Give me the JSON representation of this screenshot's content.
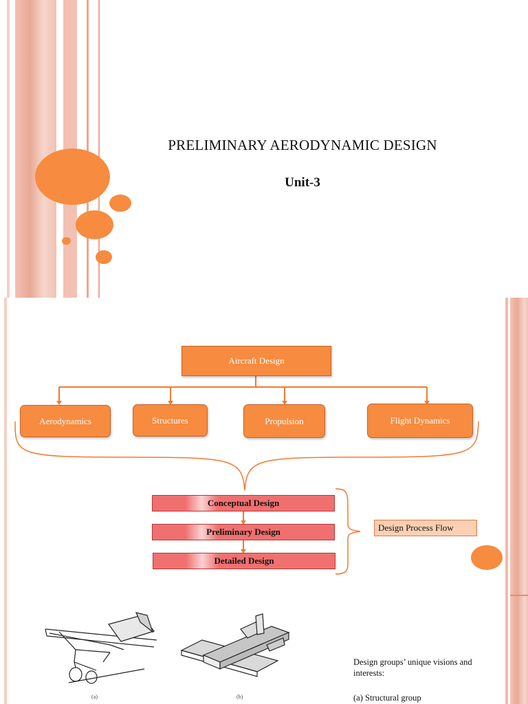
{
  "slide1": {
    "title": "PRELIMINARY AERODYNAMIC DESIGN",
    "subtitle": "Unit-3"
  },
  "diagram": {
    "root": "Aircraft Design",
    "disciplines": [
      "Aerodynamics",
      "Structures",
      "Propulsion",
      "Flight Dynamics"
    ],
    "stages": [
      "Conceptual Design",
      "Preliminary Design",
      "Detailed Design"
    ],
    "flow_label": "Design Process Flow"
  },
  "figures": {
    "label_a": "(a)",
    "label_b": "(b)"
  },
  "caption": {
    "text": "Design groups’ unique visions and interests:",
    "item_1": "(a)  Structural group"
  },
  "colors": {
    "accent_orange": "#f78b3f",
    "stage_red": "#f07070",
    "stripe_pink": "#f1b9aa"
  }
}
